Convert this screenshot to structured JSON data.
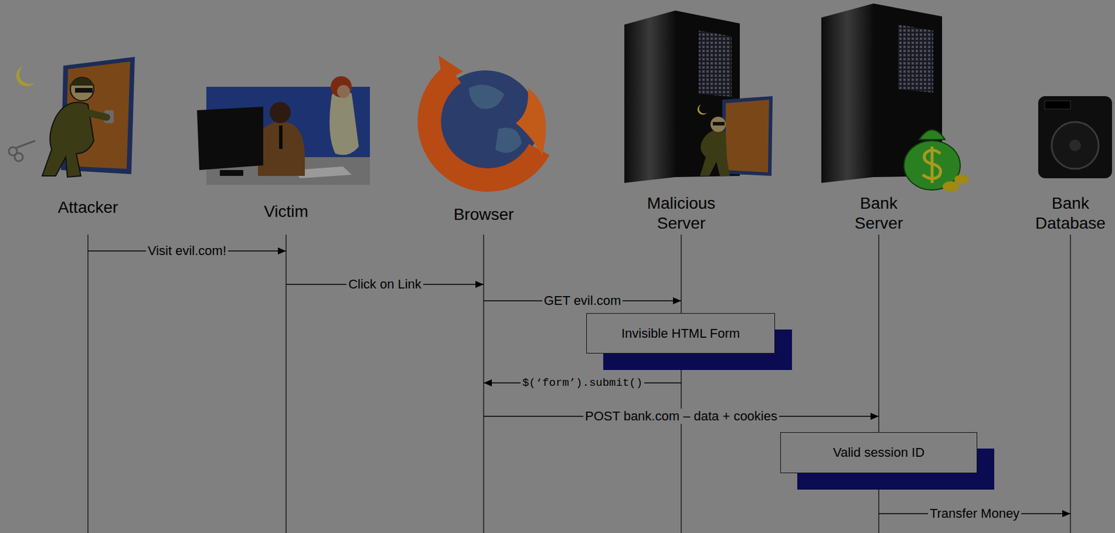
{
  "diagram": {
    "nodes": [
      {
        "text": [
          "Attacker"
        ]
      },
      {
        "text": [
          "Victim"
        ]
      },
      {
        "text": [
          "Browser"
        ]
      },
      {
        "text": [
          "Malicious Server"
        ]
      },
      {
        "text": [
          "Bank Server"
        ]
      },
      {
        "text": [
          "Bank Database"
        ]
      },
      {
        "text": [
          "Invisible HTML Form"
        ]
      },
      {
        "text": [
          "Valid session ID"
        ]
      }
    ],
    "edges": [
      {
        "from": 0,
        "to": 1,
        "label": "Visit evil.com!",
        "arrow": "to"
      },
      {
        "from": 1,
        "to": 2,
        "label": "Click on Link",
        "arrow": "to"
      },
      {
        "from": 2,
        "to": 3,
        "label": "GET evil.com",
        "arrow": "to"
      },
      {
        "from": 3,
        "to": 2,
        "label": "$(‘form’).submit()",
        "arrow": "to"
      },
      {
        "from": 2,
        "to": 4,
        "label": "POST bank.com – data + cookies",
        "arrow": "to"
      },
      {
        "from": 4,
        "to": 5,
        "label": "Transfer Money",
        "arrow": "to"
      }
    ]
  }
}
